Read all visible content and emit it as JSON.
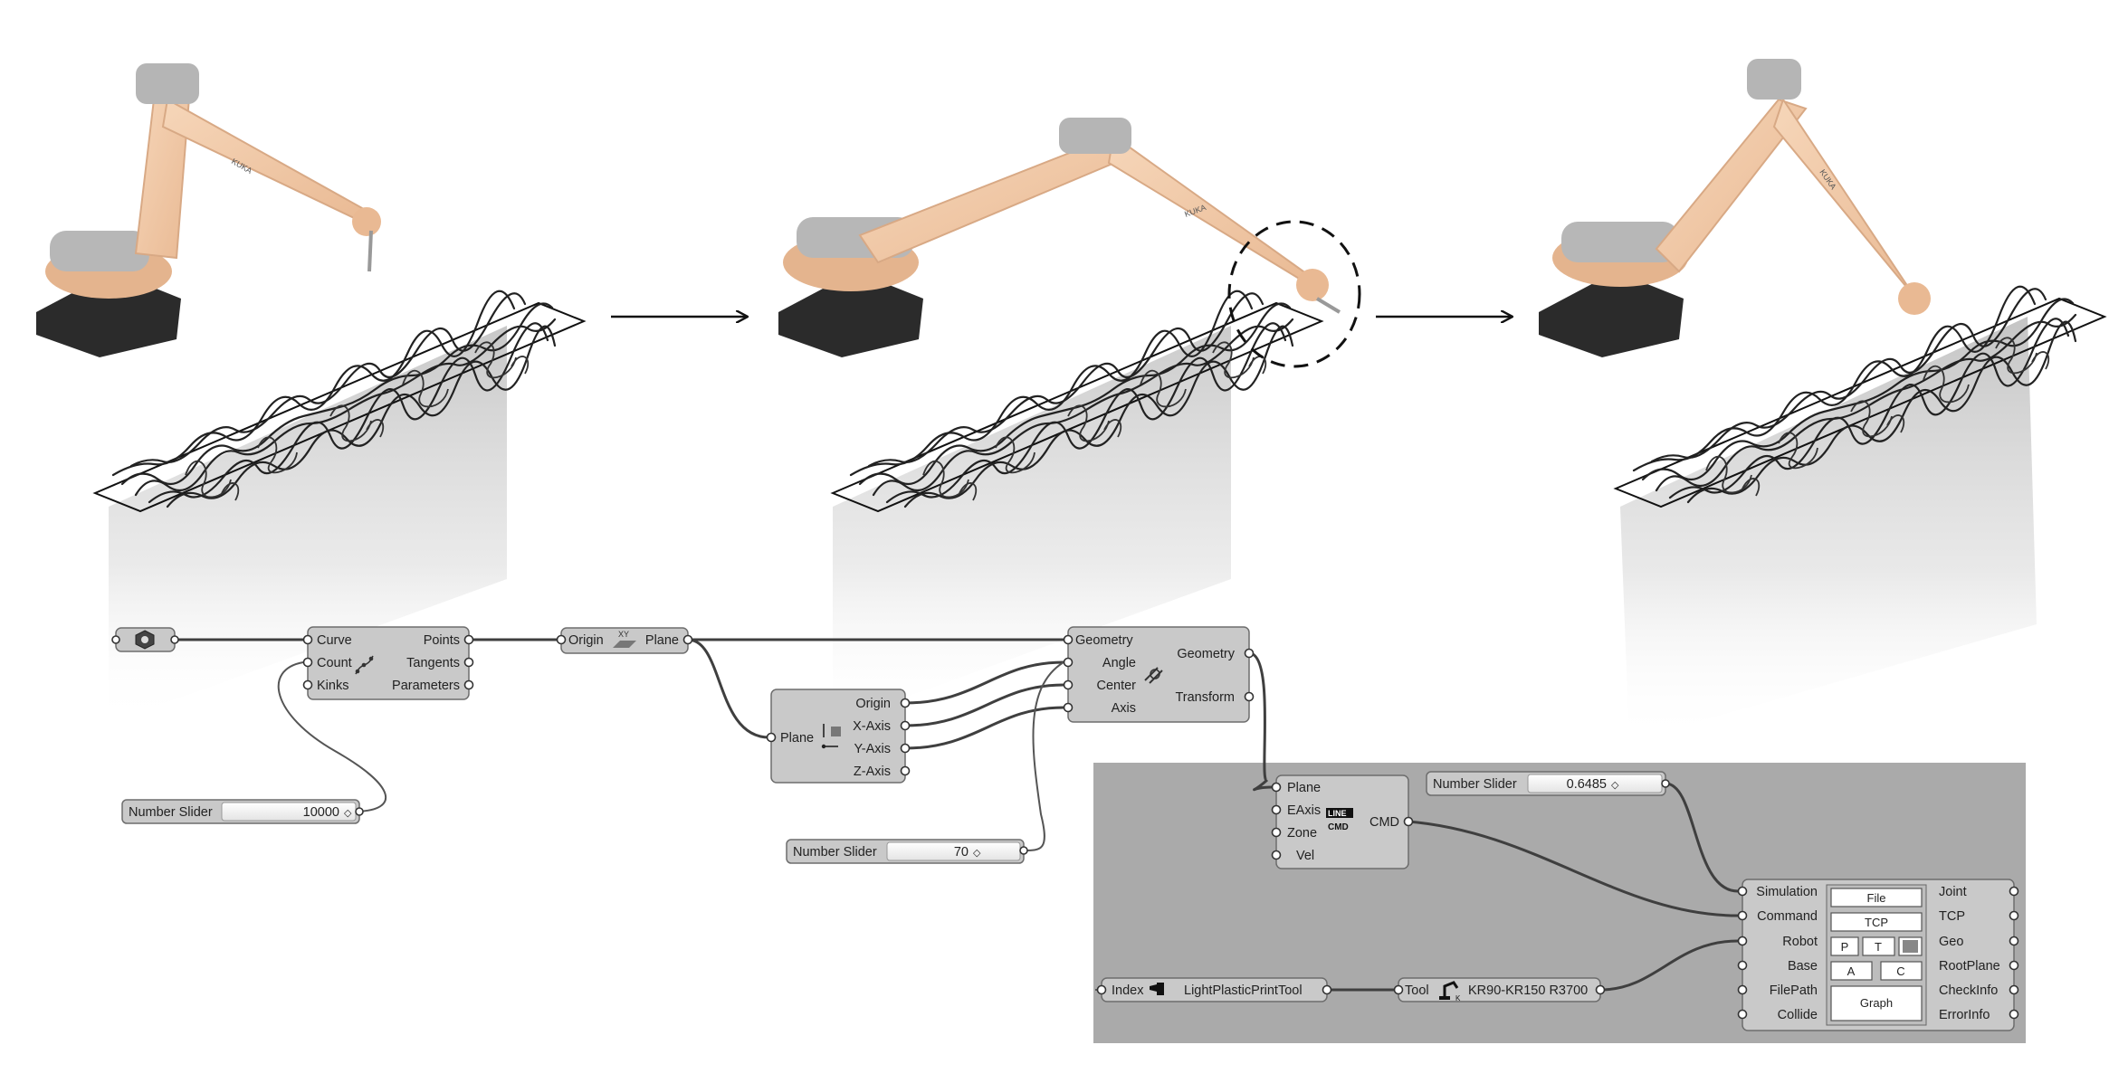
{
  "brand_text": "KUKA",
  "components": {
    "curve_div": {
      "inputs": [
        "Curve",
        "Count",
        "Kinks"
      ],
      "outputs": [
        "Points",
        "Tangents",
        "Parameters"
      ]
    },
    "xy_plane": {
      "input": "Origin",
      "output": "Plane",
      "icon_text": "XY"
    },
    "deconstruct_plane": {
      "input": "Plane",
      "outputs": [
        "Origin",
        "X-Axis",
        "Y-Axis",
        "Z-Axis"
      ]
    },
    "rotate": {
      "inputs": [
        "Geometry",
        "Angle",
        "Center",
        "Axis"
      ],
      "outputs": [
        "Geometry",
        "Transform"
      ]
    },
    "linear_cmd": {
      "inputs": [
        "Plane",
        "EAxis",
        "Zone",
        "Vel"
      ],
      "output": "CMD",
      "icon_top": "LINE",
      "icon_bottom": "CMD"
    },
    "robot_sim": {
      "inputs": [
        "Simulation",
        "Command",
        "Robot",
        "Base",
        "FilePath",
        "Collide"
      ],
      "outputs": [
        "Joint",
        "TCP",
        "Geo",
        "RootPlane",
        "CheckInfo",
        "ErrorInfo"
      ],
      "buttons": {
        "file": "File",
        "tcp": "TCP",
        "p": "P",
        "t": "T",
        "a": "A",
        "c": "C",
        "graph": "Graph"
      }
    },
    "tool_index": {
      "input": "Index",
      "label": "LightPlasticPrintTool"
    },
    "robot_tool": {
      "input": "Tool",
      "label": "KR90-KR150 R3700",
      "icon_sub": "K"
    }
  },
  "sliders": {
    "count": {
      "label": "Number Slider",
      "value": "10000"
    },
    "angle": {
      "label": "Number Slider",
      "value": "70"
    },
    "sim": {
      "label": "Number Slider",
      "value": "0.6485"
    }
  },
  "slider_marker": "◇",
  "colors": {
    "robot_body": "#f1c8a4",
    "robot_shadow": "#d8a985",
    "robot_base": "#2b2b2b",
    "robot_grey": "#b3b3b3",
    "component_fill": "#c9c9c9",
    "canvas_grey": "#aaaaaa",
    "wire": "#3f3f3f"
  }
}
